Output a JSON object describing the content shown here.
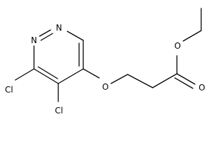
{
  "molecule": {
    "atoms": {
      "n1": "N",
      "n2": "N",
      "cl1": "Cl",
      "cl2": "Cl",
      "o_ether": "O",
      "o_ester": "O",
      "o_carbonyl": "O"
    }
  }
}
